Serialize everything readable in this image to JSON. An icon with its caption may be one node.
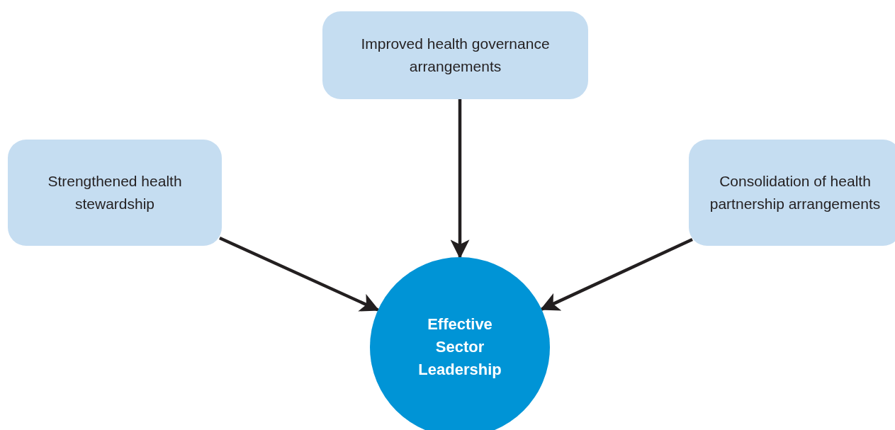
{
  "diagram": {
    "nodes": [
      {
        "text": [
          "Improved health governance arrangements"
        ]
      },
      {
        "text": [
          "Strengthened health stewardship"
        ]
      },
      {
        "text": [
          "Consolidation of health partnership arrangements"
        ]
      },
      {
        "text": [
          "Effective Sector Leadership"
        ]
      }
    ],
    "edges": [
      {
        "from": 0,
        "to": 3,
        "arrow": "to"
      },
      {
        "from": 1,
        "to": 3,
        "arrow": "to"
      },
      {
        "from": 2,
        "to": 3,
        "arrow": "to"
      }
    ]
  }
}
